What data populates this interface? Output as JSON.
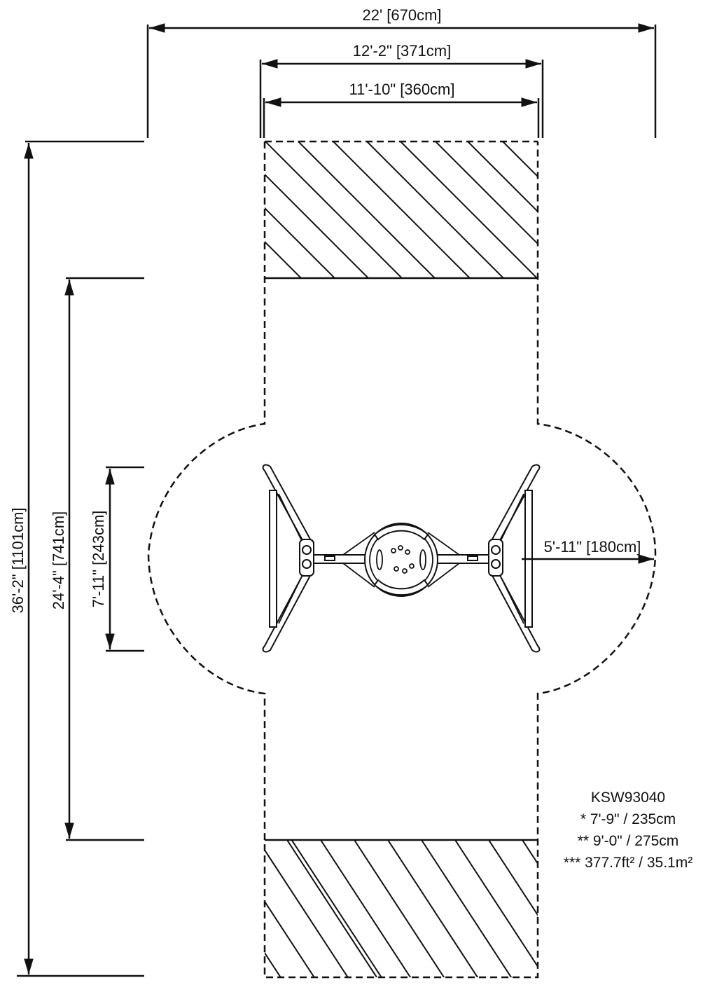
{
  "drawing": {
    "model": "KSW93040",
    "dimensions": {
      "overall_width": "22' [670cm]",
      "zone_width_outer": "12'-2\" [371cm]",
      "zone_width_inner": "11'-10\" [360cm]",
      "overall_length": "36'-2\" [1101cm]",
      "use_zone_length": "24'-4\" [741cm]",
      "equipment_length": "7'-11\" [243cm]",
      "swing_radius": "5'-11\" [180cm]"
    },
    "notes": {
      "note1": "* 7'-9\" / 235cm",
      "note2": "** 9'-0\" / 275cm",
      "note3": "*** 377.7ft² / 35.1m²"
    }
  }
}
